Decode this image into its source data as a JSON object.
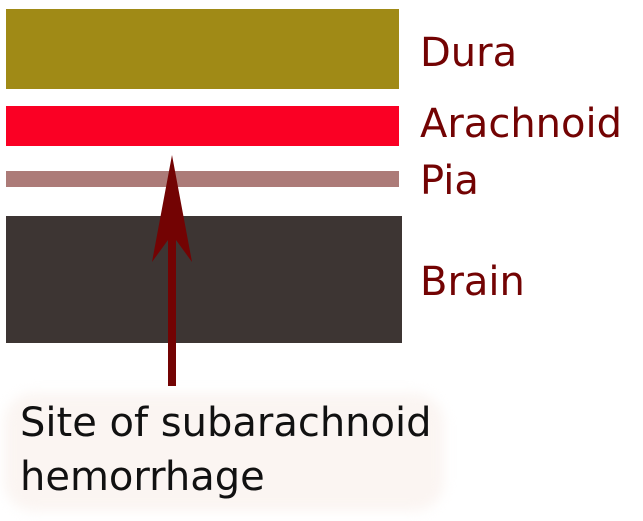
{
  "layers": [
    {
      "id": "dura",
      "label": "Dura",
      "color": "#a08a16"
    },
    {
      "id": "arachnoid",
      "label": "Arachnoid",
      "color": "#fa0024"
    },
    {
      "id": "pia",
      "label": "Pia",
      "color": "#ac7b78"
    },
    {
      "id": "brain",
      "label": "Brain",
      "color": "#3d3533"
    }
  ],
  "label_color": "#730303",
  "arrow": {
    "color": "#730303",
    "icon": "arrow-up-icon"
  },
  "caption": {
    "line1": "Site of subarachnoid",
    "line2": "hemorrhage"
  }
}
